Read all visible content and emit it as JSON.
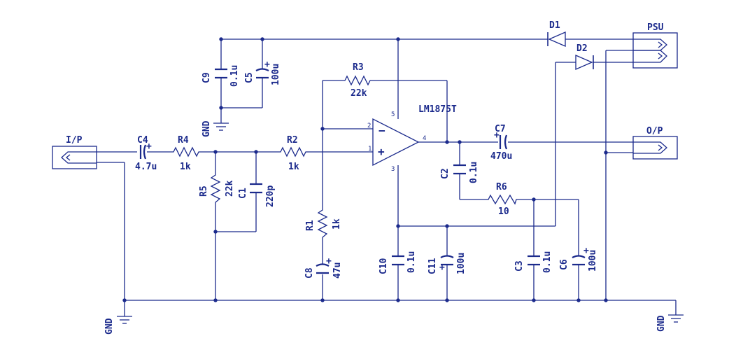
{
  "colors": {
    "ink": "#1b2a8c",
    "background": "#ffffff"
  },
  "connectors": {
    "input": "I/P",
    "output": "O/P",
    "psu": "PSU"
  },
  "ground_label": "GND",
  "amplifier": {
    "name": "LM1875T",
    "pins": {
      "inv": "2",
      "noninv": "1",
      "out": "4",
      "vplus": "5",
      "vminus": "3"
    },
    "inv_symbol": "−",
    "noninv_symbol": "+"
  },
  "components": {
    "C4": {
      "ref": "C4",
      "value": "4.7u"
    },
    "R4": {
      "ref": "R4",
      "value": "1k"
    },
    "R5": {
      "ref": "R5",
      "value": "22k"
    },
    "C1": {
      "ref": "C1",
      "value": "220p"
    },
    "R2": {
      "ref": "R2",
      "value": "1k"
    },
    "R3": {
      "ref": "R3",
      "value": "22k"
    },
    "R1": {
      "ref": "R1",
      "value": "1k"
    },
    "C8": {
      "ref": "C8",
      "value": "47u"
    },
    "C9": {
      "ref": "C9",
      "value": "0.1u"
    },
    "C5": {
      "ref": "C5",
      "value": "100u"
    },
    "C10": {
      "ref": "C10",
      "value": "0.1u"
    },
    "C11": {
      "ref": "C11",
      "value": "100u"
    },
    "C7": {
      "ref": "C7",
      "value": "470u"
    },
    "C2": {
      "ref": "C2",
      "value": "0.1u"
    },
    "R6": {
      "ref": "R6",
      "value": "10"
    },
    "C3": {
      "ref": "C3",
      "value": "0.1u"
    },
    "C6": {
      "ref": "C6",
      "value": "100u"
    },
    "D1": {
      "ref": "D1"
    },
    "D2": {
      "ref": "D2"
    }
  }
}
